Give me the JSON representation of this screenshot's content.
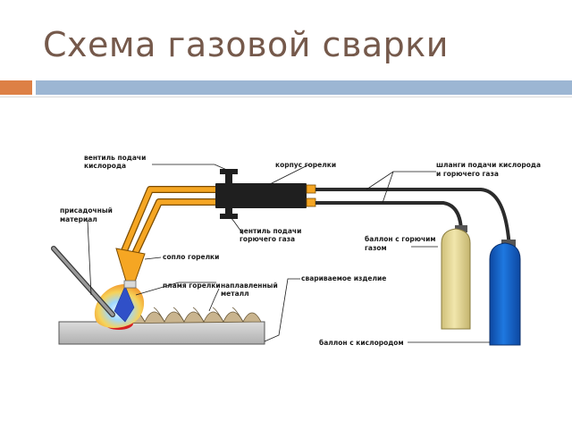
{
  "title": "Схема газовой сварки",
  "labels": {
    "oxygen_valve": [
      "вентиль подачи",
      "кислорода"
    ],
    "torch_body": [
      "корпус горелки"
    ],
    "hoses": [
      "шланги подачи кислорода",
      "и горючего газа"
    ],
    "filler_material": [
      "присадочный",
      "материал"
    ],
    "gas_valve": [
      "вентиль подачи",
      "горючего газа"
    ],
    "fuel_cylinder": [
      "баллон с горючим",
      "газом"
    ],
    "nozzle": [
      "сопло горелки"
    ],
    "flame": [
      "пламя горелки"
    ],
    "weld_metal": [
      "наплавленный",
      "металл"
    ],
    "workpiece": [
      "свариваемое изделие"
    ],
    "oxygen_cylinder": [
      "баллон с кислородом"
    ]
  },
  "colors": {
    "title": "#75594b",
    "accent_orange": "#dd8045",
    "accent_blue": "#9cb6d3",
    "torch_tube": "#f5a623",
    "torch_body": "#1f1f1f",
    "fuel_cylinder": "#e8d98f",
    "oxygen_cylinder": "#1565c0",
    "workpiece": "#c8c8c8",
    "weld_bead": "#c9b48e",
    "flame_core": "#3050c8"
  }
}
